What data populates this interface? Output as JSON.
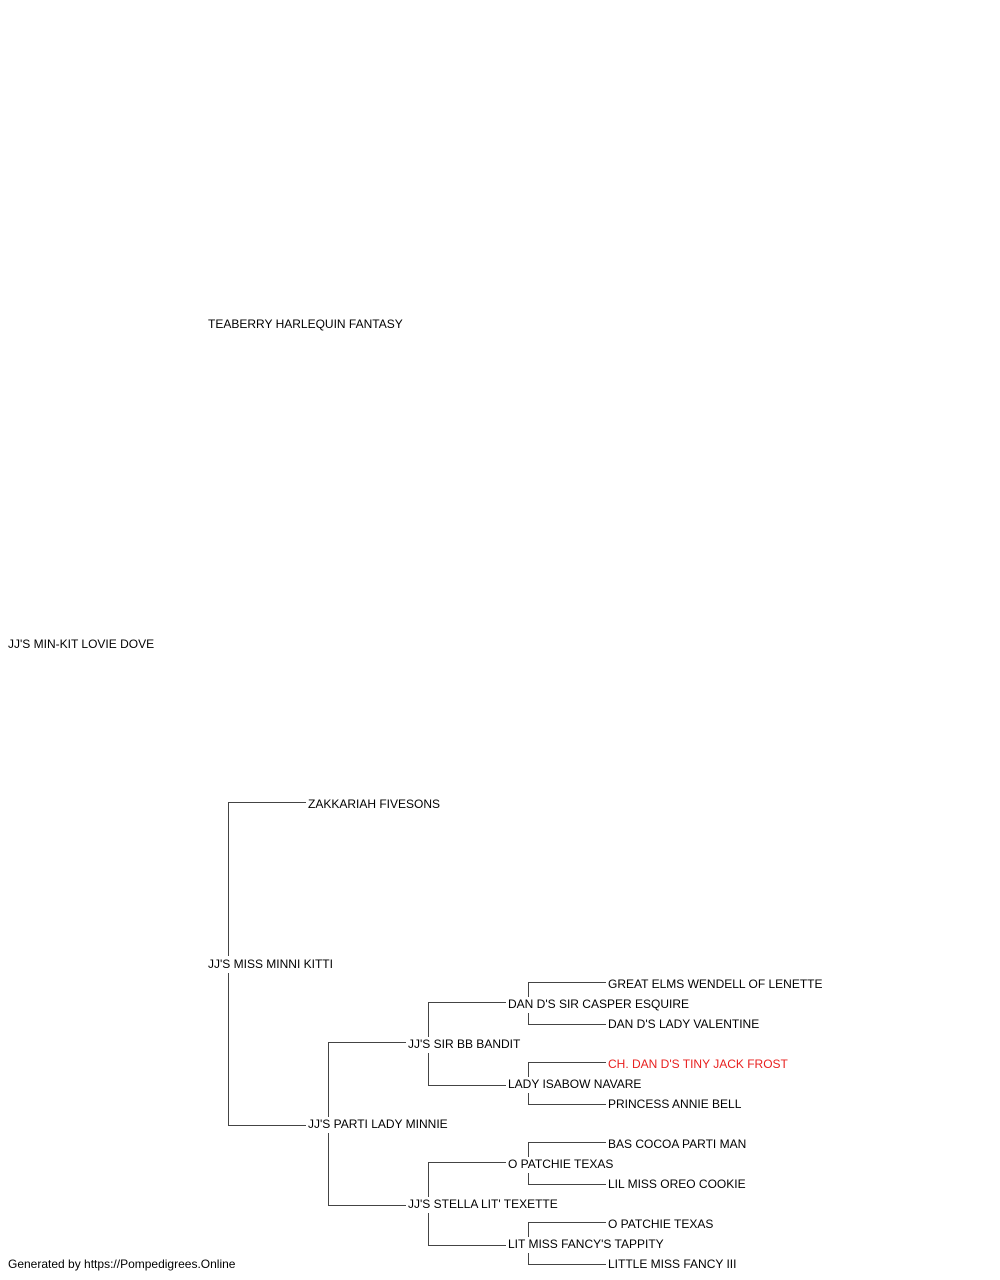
{
  "colors": {
    "text": "#000000",
    "line": "#444444",
    "highlight": "#e8201f",
    "background": "#ffffff"
  },
  "pedigree": {
    "subject": "JJ'S MIN-KIT LOVIE DOVE",
    "sire": "TEABERRY HARLEQUIN FANTASY",
    "dam": "JJ'S MISS MINNI KITTI",
    "dam_sire": "ZAKKARIAH FIVESONS",
    "dam_dam": "JJ'S PARTI LADY MINNIE",
    "dam_dam_sire": "JJ'S SIR BB BANDIT",
    "dam_dam_sire_sire": "DAN D'S SIR CASPER ESQUIRE",
    "dam_dam_sire_sire_sire": "GREAT ELMS WENDELL OF LENETTE",
    "dam_dam_sire_sire_dam": "DAN D'S LADY VALENTINE",
    "dam_dam_sire_dam": "LADY ISABOW NAVARE",
    "dam_dam_sire_dam_sire": "CH. DAN D'S TINY JACK FROST",
    "dam_dam_sire_dam_dam": "PRINCESS ANNIE BELL",
    "dam_dam_dam": "JJ'S STELLA LIT' TEXETTE",
    "dam_dam_dam_sire": "O PATCHIE TEXAS",
    "dam_dam_dam_sire_sire": "BAS COCOA PARTI MAN",
    "dam_dam_dam_sire_dam": "LIL MISS OREO COOKIE",
    "dam_dam_dam_dam": "LIT MISS FANCY'S TAPPITY",
    "dam_dam_dam_dam_sire": "O PATCHIE TEXAS",
    "dam_dam_dam_dam_dam": "LITTLE MISS FANCY III"
  },
  "footer": {
    "text": "Generated by https://Pompedigrees.Online"
  }
}
